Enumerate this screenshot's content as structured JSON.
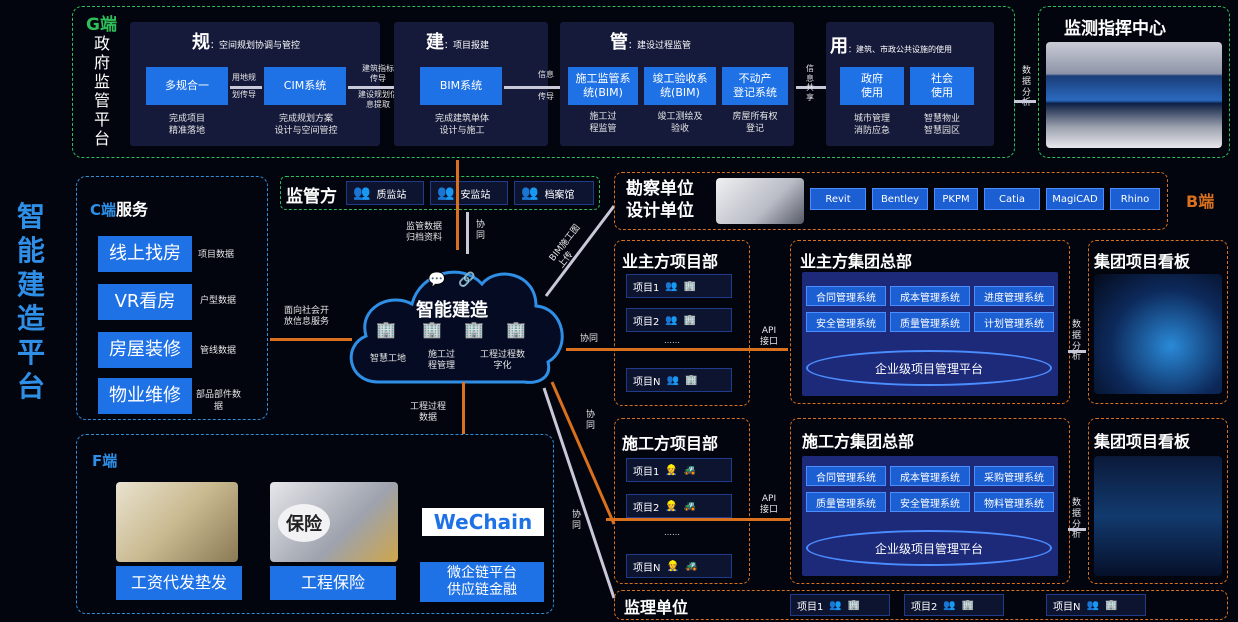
{
  "side_title": "智能建造平台",
  "g": {
    "tag": "G端",
    "vertical": "政府监管平台",
    "gui": {
      "big": "规",
      "label": "：空间规划协调与管控"
    },
    "jian": {
      "big": "建",
      "label": "：项目报建"
    },
    "guan": {
      "big": "管",
      "label": "：建设过程监管"
    },
    "yong": {
      "big": "用",
      "label": "：建筑、市政公共设施的使用"
    },
    "box_duogui": "多规合一",
    "cap_duogui": "完成项目\n精准落地",
    "arrow1a": "用地规",
    "arrow1b": "划传导",
    "box_cim": "CIM系统",
    "cap_cim": "完成规划方案\n设计与空间管控",
    "arrow2a": "建筑指标\n传导",
    "arrow2b": "建设规划信\n息提取",
    "box_bim": "BIM系统",
    "cap_bim": "完成建筑单体\n设计与施工",
    "arrow3a": "信息",
    "arrow3b": "传导",
    "box_sg": "施工监管系\n统(BIM)",
    "cap_sg": "施工过\n程监管",
    "box_jg": "竣工验收系\n统(BIM)",
    "cap_jg": "竣工测绘及\n验收",
    "box_bdc": "不动产\n登记系统",
    "cap_bdc": "房屋所有权\n登记",
    "arrow4": "信\n息\n共\n享",
    "box_zf": "政府\n使用",
    "cap_zf": "城市管理\n消防应急",
    "box_sh": "社会\n使用",
    "cap_sh": "智慧物业\n智慧园区"
  },
  "monitor": {
    "title": "监测指挥中心",
    "arrow": "数\n据\n分\n析"
  },
  "c": {
    "tag": "C端",
    "title": "服务",
    "items": [
      {
        "label": "线上找房",
        "note": "项目数据"
      },
      {
        "label": "VR看房",
        "note": "户型数据"
      },
      {
        "label": "房屋装修",
        "note": "管线数据"
      },
      {
        "label": "物业维修",
        "note": "部品部件数\n据"
      }
    ],
    "arrow": "面向社会开\n放信息服务"
  },
  "supervisor": {
    "title": "监管方",
    "items": [
      "质监站",
      "安监站",
      "档案馆"
    ]
  },
  "cloud": {
    "title": "智能建造",
    "items": [
      "智慧工地",
      "施工过\n程管理",
      "工程过程数\n字化"
    ],
    "up_left": "监管数据\n归档资料",
    "up_right": "协\n同",
    "down": "工程过程\n数据",
    "bim_up": "BIM施工图\n上传",
    "xietong1": "协同",
    "xietong2": "协\n同",
    "xietong3": "协\n同"
  },
  "b": {
    "tag": "B端",
    "survey": "勘察单位\n设计单位",
    "software": [
      "Revit",
      "Bentley",
      "PKPM",
      "Catia",
      "MagiCAD",
      "Rhino"
    ]
  },
  "owner": {
    "title": "业主方项目部",
    "projects": [
      "项目1",
      "项目2",
      "……",
      "项目N"
    ],
    "api": "API\n接口",
    "hq": "业主方集团总部",
    "systems": [
      "合同管理系统",
      "成本管理系统",
      "进度管理系统",
      "安全管理系统",
      "质量管理系统",
      "计划管理系统"
    ],
    "platform": "企业级项目管理平台",
    "board": "集团项目看板",
    "arrow": "数\n据\n分\n析"
  },
  "builder": {
    "title": "施工方项目部",
    "projects": [
      "项目1",
      "项目2",
      "……",
      "项目N"
    ],
    "api": "API\n接口",
    "hq": "施工方集团总部",
    "systems": [
      "合同管理系统",
      "成本管理系统",
      "采购管理系统",
      "质量管理系统",
      "安全管理系统",
      "物料管理系统"
    ],
    "platform": "企业级项目管理平台",
    "board": "集团项目看板",
    "arrow": "数\n据\n分\n析"
  },
  "supervision": {
    "title": "监理单位",
    "projects": [
      "项目1",
      "项目2",
      "项目N"
    ]
  },
  "f": {
    "tag": "F端",
    "items": [
      "工资代发垫发",
      "工程保险",
      "微企链平台\n供应链金融"
    ],
    "badge": "保险",
    "logo": "WeChain"
  },
  "colors": {
    "green": "#2fbf5a",
    "blue": "#1f72e6",
    "orange": "#d9701e"
  }
}
